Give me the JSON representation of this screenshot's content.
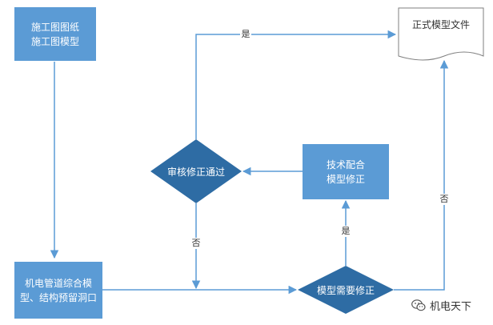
{
  "colors": {
    "node_fill": "#5b9bd5",
    "edge": "#5b9bd5",
    "document_border": "#7f7f7f",
    "background": "#ffffff"
  },
  "nodes": {
    "drawings": {
      "line1": "施工图图纸",
      "line2": "施工图模型"
    },
    "integration": {
      "line1": "机电管道综合模",
      "line2": "型、结构预留洞口"
    },
    "review": {
      "label": "审核修正通过"
    },
    "tech": {
      "line1": "技术配合",
      "line2": "模型修正"
    },
    "need_fix": {
      "label": "模型需要修正"
    },
    "final_doc": {
      "label": "正式模型文件"
    }
  },
  "edges": {
    "review_yes": "是",
    "review_no": "否",
    "fix_yes": "是",
    "fix_no": "否"
  },
  "watermark": {
    "icon": "wechat-icon",
    "text": "机电天下"
  }
}
